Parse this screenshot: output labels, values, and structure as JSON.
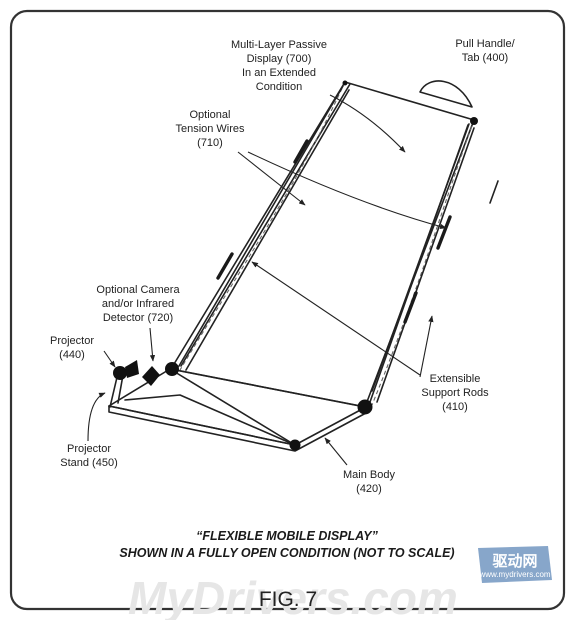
{
  "labels": {
    "display_line1": "Multi-Layer Passive",
    "display_line2": "Display (700)",
    "display_line3": "In an Extended",
    "display_line4": "Condition",
    "pull_line1": "Pull Handle/",
    "pull_line2": "Tab (400)",
    "tension_line1": "Optional",
    "tension_line2": "Tension Wires",
    "tension_line3": "(710)",
    "camera_line1": "Optional Camera",
    "camera_line2": "and/or Infrared",
    "camera_line3": "Detector (720)",
    "projector_line1": "Projector",
    "projector_line2": "(440)",
    "stand_line1": "Projector",
    "stand_line2": "Stand (450)",
    "rods_line1": "Extensible",
    "rods_line2": "Support Rods",
    "rods_line3": "(410)",
    "body_line1": "Main Body",
    "body_line2": "(420)"
  },
  "caption": {
    "line1": "“FLEXIBLE MOBILE DISPLAY”",
    "line2": "SHOWN IN A FULLY OPEN CONDITION (NOT TO SCALE)"
  },
  "figure_label": "FIG. 7",
  "watermark": {
    "main": "MyDrivers.com",
    "badge": "驱动网",
    "badge_url": "www.mydrivers.com"
  }
}
